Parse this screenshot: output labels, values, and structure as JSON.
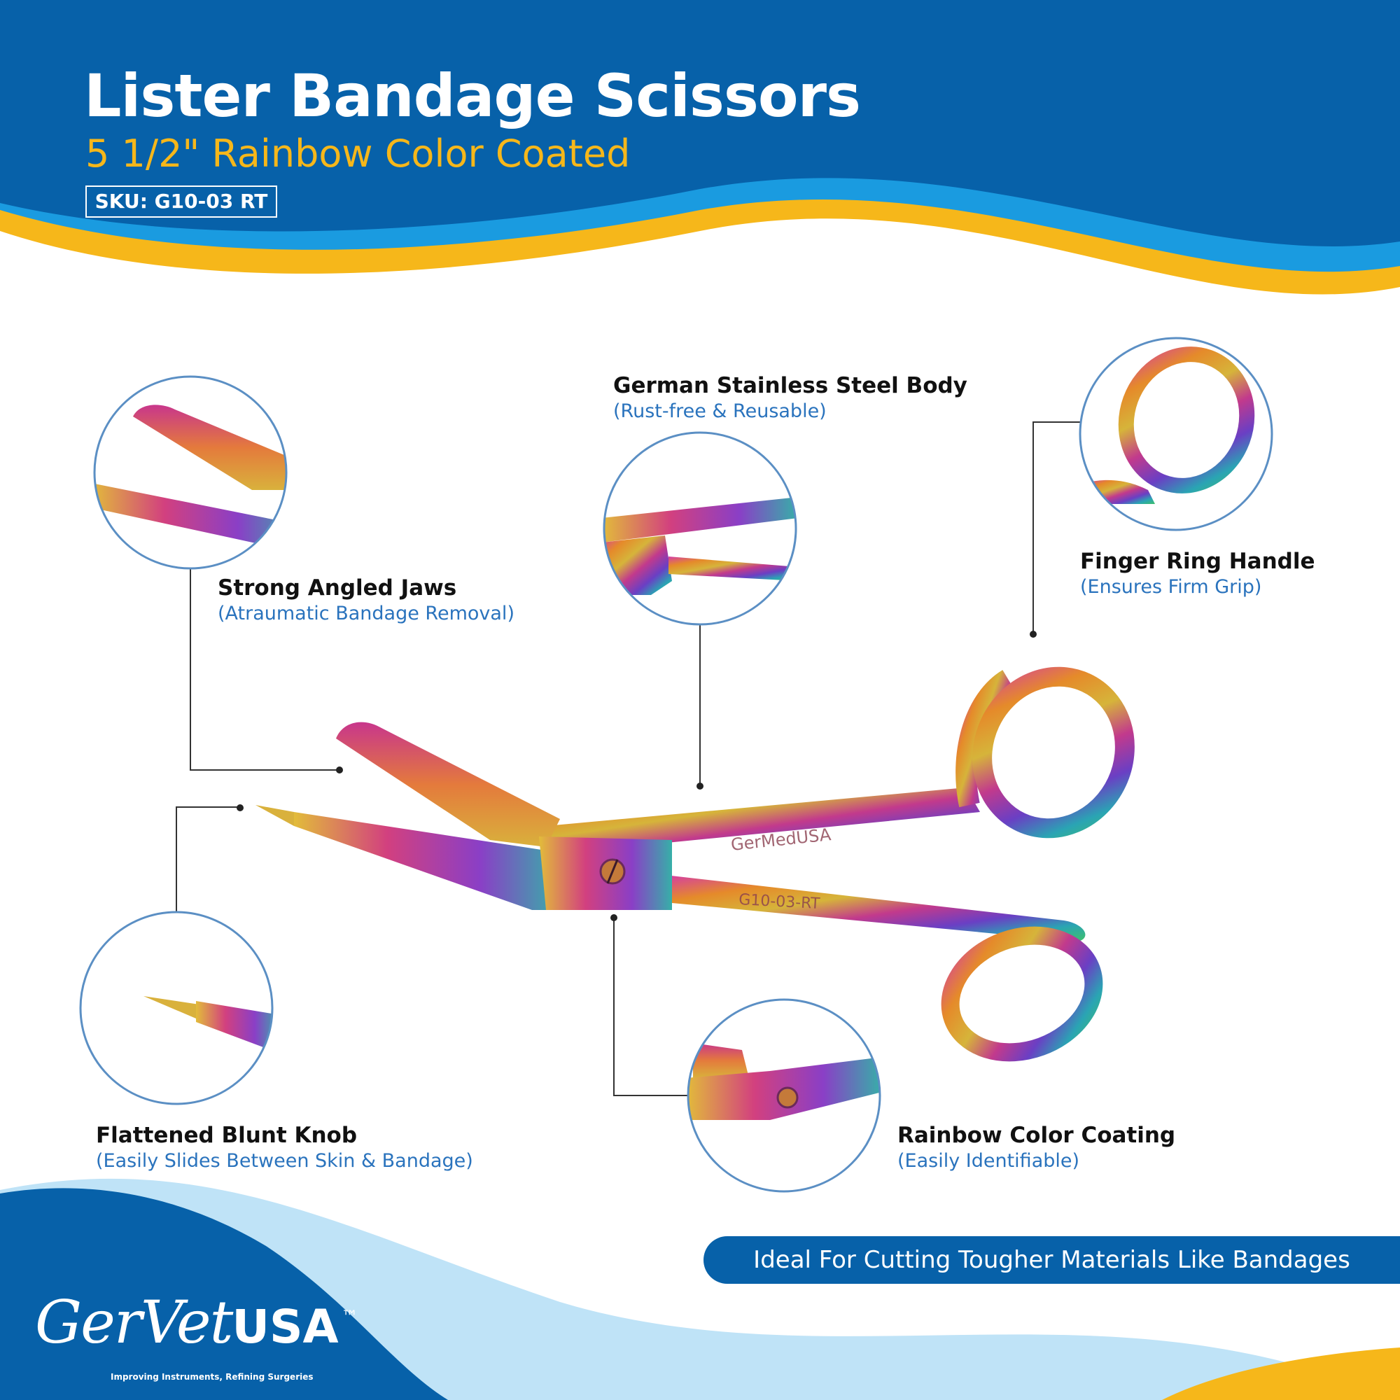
{
  "header": {
    "title": "Lister Bandage Scissors",
    "subtitle": "5 1/2\" Rainbow Color Coated",
    "sku": "SKU: G10-03 RT"
  },
  "features": [
    {
      "title": "German Stainless Steel Body",
      "subtitle": "(Rust-free & Reusable)"
    },
    {
      "title": "Finger Ring Handle",
      "subtitle": "(Ensures Firm Grip)"
    },
    {
      "title": "Strong Angled Jaws",
      "subtitle": "(Atraumatic Bandage Removal)"
    },
    {
      "title": "Flattened Blunt Knob",
      "subtitle": "(Easily Slides Between Skin & Bandage)"
    },
    {
      "title": "Rainbow Color Coating",
      "subtitle": "(Easily Identifiable)"
    }
  ],
  "product": {
    "engraving_brand": "GerMedUSA",
    "engraving_sku": "G10-03-RT"
  },
  "tagline": "Ideal For Cutting Tougher Materials Like Bandages",
  "brand": {
    "logo_script": "GerVet",
    "logo_usa": "USA",
    "logo_tm": "™",
    "slogan": "Improving Instruments, Refining Surgeries"
  },
  "colors": {
    "primary_blue": "#0761a9",
    "sky_blue": "#1a9be0",
    "accent_yellow": "#f6b71a",
    "light_blue": "#bfe3f7",
    "circle_outline": "#5b8fc4",
    "subtitle_blue": "#2a73bd"
  }
}
